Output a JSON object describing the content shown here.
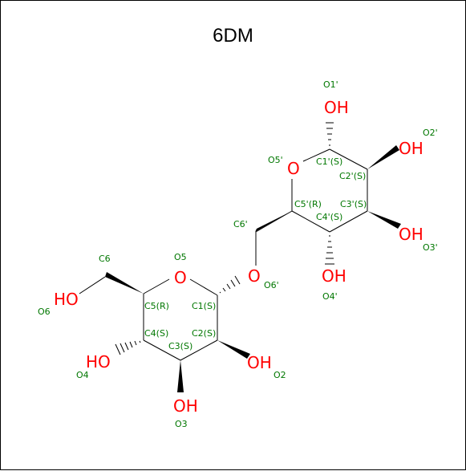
{
  "title": "6DM",
  "colors": {
    "oxygen": "#ff0000",
    "label": "#007700",
    "bond": "#000000",
    "ring": "#888888"
  },
  "atoms": {
    "o1p": "OH",
    "o2p": "OH",
    "o5p": "O",
    "o3p": "OH",
    "o4p": "OH",
    "o6p": "O",
    "o5": "O",
    "o6": "HO",
    "o4": "HO",
    "o3": "OH",
    "o2": "OH"
  },
  "labels": {
    "o1p": "O1'",
    "o2p": "O2'",
    "o5p": "O5'",
    "c1p": "C1'(S)",
    "c2p": "C2'(S)",
    "c5p": "C5'(R)",
    "c3p": "C3'(S)",
    "c4p": "C4'(S)",
    "c6p": "C6'",
    "o3p": "O3'",
    "o4p": "O4'",
    "c6": "C6",
    "o5": "O5",
    "o6p": "O6'",
    "c5": "C5(R)",
    "c1": "C1(S)",
    "o6": "O6",
    "c4": "C4(S)",
    "c2": "C2(S)",
    "c3": "C3(S)",
    "o4": "O4",
    "o2": "O2",
    "o3": "O3"
  }
}
